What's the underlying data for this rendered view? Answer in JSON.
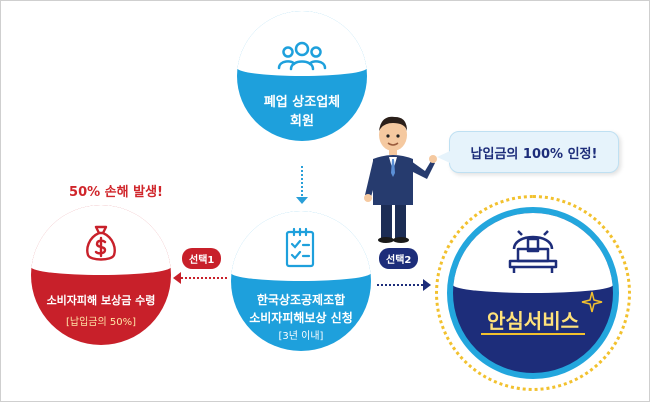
{
  "top_node": {
    "line1": "폐업 상조업체",
    "line2": "회원"
  },
  "center_node": {
    "line1": "한국상조공제조합",
    "line2": "소비자피해보상 신청",
    "note": "[3년 이내]"
  },
  "left_node": {
    "line1": "소비자피해 보상금 수령",
    "note": "[납입금의 50%]"
  },
  "right_node": {
    "title": "안심서비스"
  },
  "left_alert": "50% 손해 발생!",
  "speech_bubble": "납입금의 100% 인정!",
  "choice1": "선택1",
  "choice2": "선택2",
  "colors": {
    "blue": "#1ea0dc",
    "red": "#c8202a",
    "navy": "#1d2d7a",
    "gold": "#f2c12e"
  }
}
